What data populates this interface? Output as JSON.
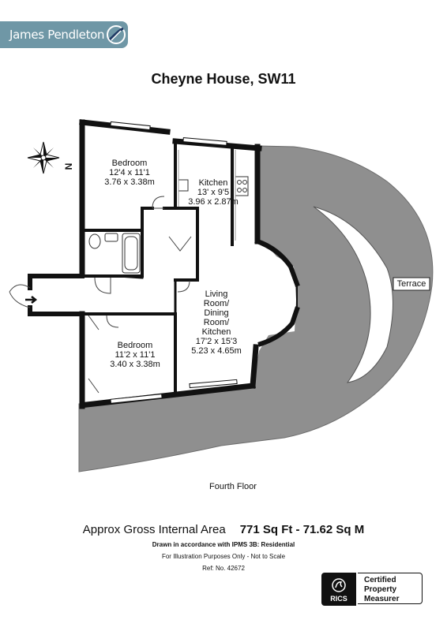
{
  "brand": {
    "name": "James Pendleton"
  },
  "title": "Cheyne House, SW11",
  "compass": {
    "north_label": "N"
  },
  "rooms": {
    "bedroom1": {
      "name": "Bedroom",
      "imperial": "12'4 x 11'1",
      "metric": "3.76 x 3.38m"
    },
    "kitchen": {
      "name": "Kitchen",
      "imperial": "13' x 9'5",
      "metric": "3.96 x 2.87m"
    },
    "living": {
      "name_lines": [
        "Living",
        "Room/",
        "Dining",
        "Room/",
        "Kitchen"
      ],
      "imperial": "17'2 x 15'3",
      "metric": "5.23 x 4.65m"
    },
    "bedroom2": {
      "name": "Bedroom",
      "imperial": "11'2 x 11'1",
      "metric": "3.40 x 3.38m"
    },
    "terrace": {
      "name": "Terrace"
    }
  },
  "floor_label": "Fourth Floor",
  "area": {
    "label": "Approx Gross Internal Area",
    "value": "771 Sq Ft - 71.62 Sq M"
  },
  "notes": {
    "standard": "Drawn in accordance with IPMS 3B: Residential",
    "disclaimer": "For Illustration Purposes Only - Not to Scale",
    "ref": "Ref: No. 42672"
  },
  "rics": {
    "acronym": "RICS",
    "certification_lines": [
      "Certified",
      "Property",
      "Measurer"
    ]
  },
  "colors": {
    "brand": "#6f97a6",
    "terrace": "#8f8f8f",
    "wall": "#111111"
  }
}
